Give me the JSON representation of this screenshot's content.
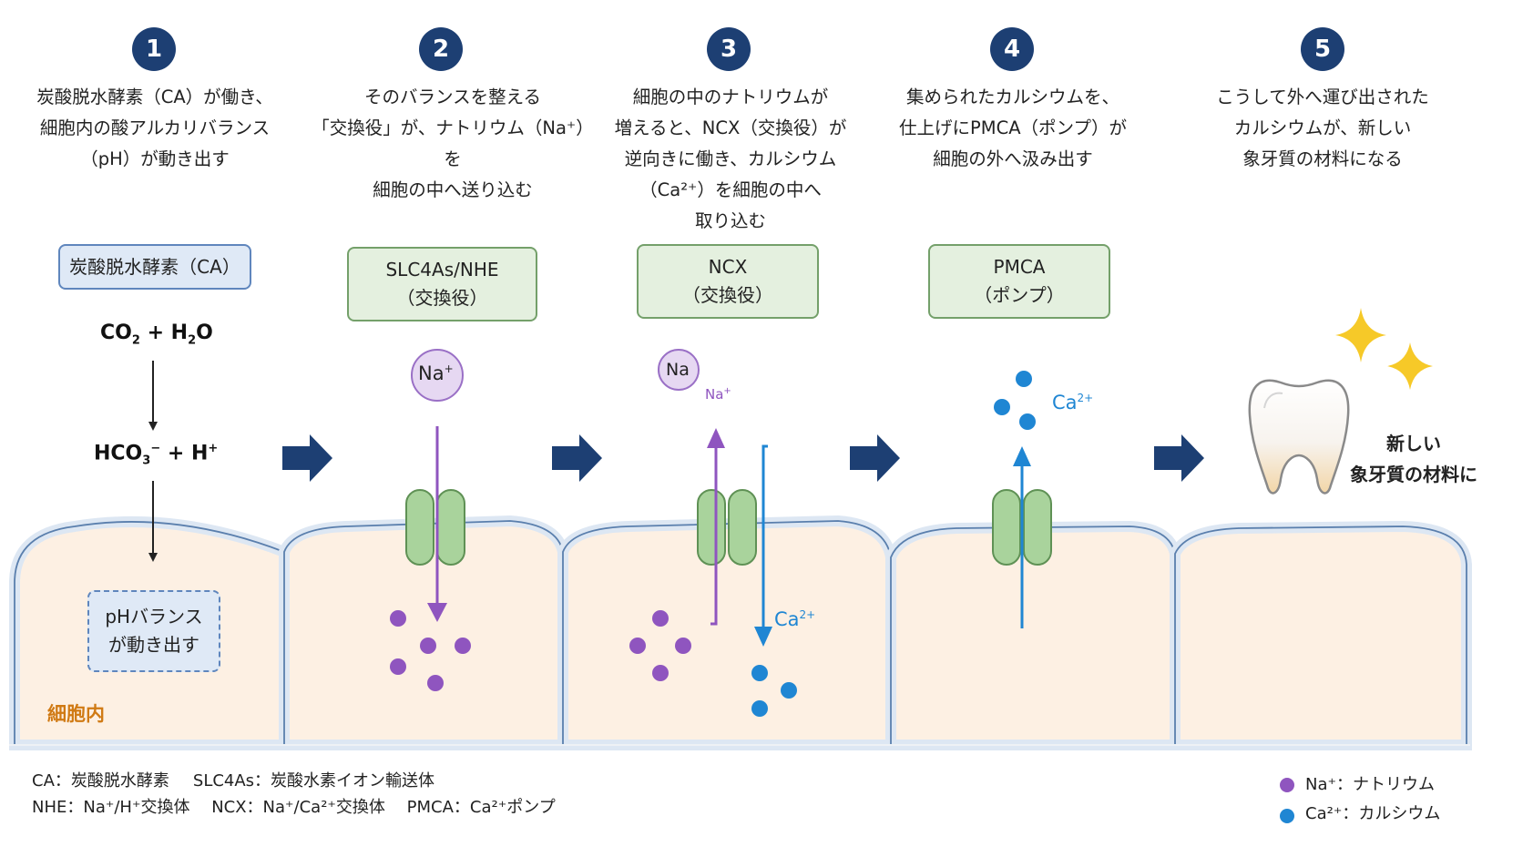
{
  "steps": [
    {
      "num": "1",
      "caption": "炭酸脱水酵素（CA）が働き、\n細胞内の酸アルカリバランス\n（pH）が動き出す",
      "box": "炭酸脱水酵素（CA）",
      "box_sub": ""
    },
    {
      "num": "2",
      "caption": "そのバランスを整える\n「交換役」が、ナトリウム（Na⁺）を\n細胞の中へ送り込む",
      "box": "SLC4As/NHE",
      "box_sub": "（交換役）"
    },
    {
      "num": "3",
      "caption": "細胞の中のナトリウムが\n増えると、NCX（交換役）が\n逆向きに働き、カルシウム\n（Ca²⁺）を細胞の中へ\n取り込む",
      "box": "NCX",
      "box_sub": "（交換役）"
    },
    {
      "num": "4",
      "caption": "集められたカルシウムを、\n仕上げにPMCA（ポンプ）が\n細胞の外へ汲み出す",
      "box": "PMCA",
      "box_sub": "（ポンプ）"
    },
    {
      "num": "5",
      "caption": "こうして外へ運び出された\nカルシウムが、新しい\n象牙質の材料になる",
      "box": "",
      "box_sub": ""
    }
  ],
  "chem": {
    "co2": "CO",
    "co2_sub": "2",
    "plus_h2": "+ H",
    "h2o_sub": "2",
    "o": "O",
    "hco3": "HCO",
    "hco3_sub": "3",
    "hco3_sup": "−",
    "plus_h": "+ H",
    "h_sup": "+"
  },
  "ph_box": {
    "line1": "pHバランス",
    "line2": "が動き出す"
  },
  "cell_label": "細胞内",
  "ions": {
    "na_badge": "Na",
    "na_sup": "+",
    "na_badge_small": "Na",
    "na_small_label": "Na",
    "na_small_sup": "+",
    "ca": "Ca",
    "ca_sup": "2+"
  },
  "final": {
    "line1": "新しい",
    "line2": "象牙質の材料に"
  },
  "abbrev": {
    "line1_a": "CA：炭酸脱水酵素",
    "line1_b": "SLC4As：炭酸水素イオン輸送体",
    "line2": "NHE：Na⁺/H⁺交換体　 NCX：Na⁺/Ca²⁺交換体　 PMCA：Ca²⁺ポンプ"
  },
  "legend": [
    {
      "label": "Na⁺：ナトリウム",
      "color": "#8f55bf"
    },
    {
      "label": "Ca²⁺：カルシウム",
      "color": "#1f86d3"
    }
  ],
  "colors": {
    "navy": "#1d3f73",
    "cell_fill": "#fdf0e3",
    "membrane": "#dde7f3",
    "membrane_stroke": "#5a7fad",
    "channel": "#a9d39c",
    "channel_stroke": "#5f9155",
    "sodium": "#8f55bf",
    "calcium": "#1f86d3",
    "sparkle": "#f6c928",
    "cell_text": "#d07a14"
  }
}
